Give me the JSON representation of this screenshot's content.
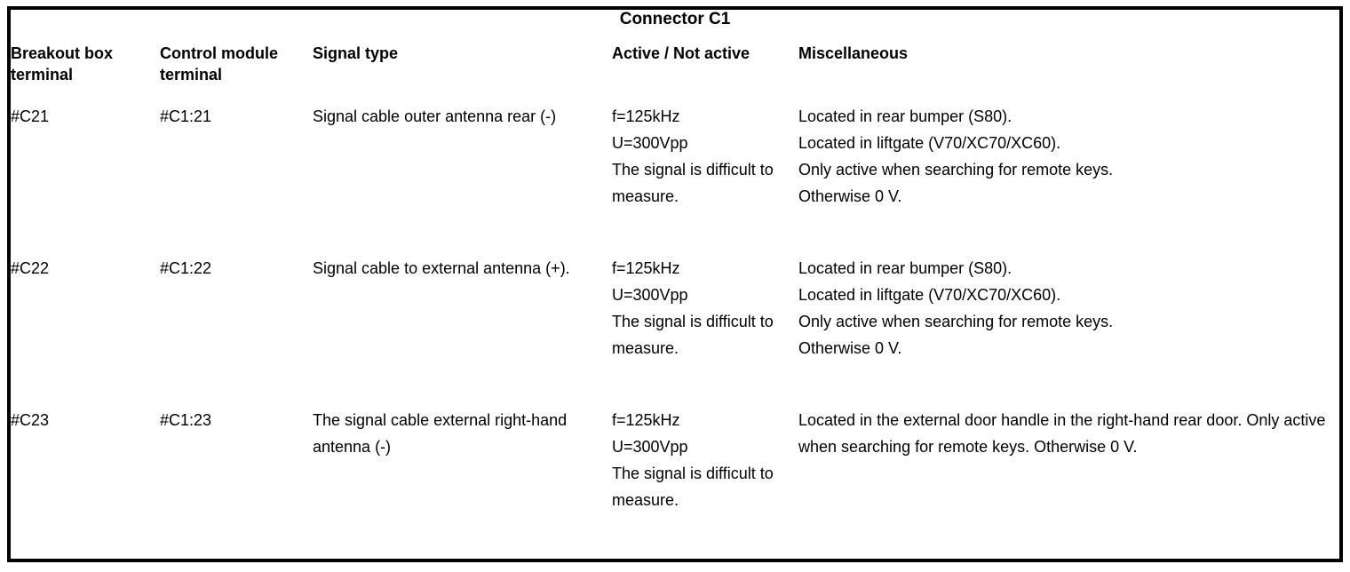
{
  "table": {
    "title": "Connector C1",
    "columns": [
      "Breakout box terminal",
      "Control module terminal",
      "Signal type",
      "Active / Not active",
      "Miscellaneous"
    ],
    "rows": [
      {
        "breakout_box_terminal": "#C21",
        "control_module_terminal": "#C1:21",
        "signal_type": "Signal cable outer antenna rear (-)",
        "active_not_active": "f=125kHz\nU=300Vpp\nThe signal is difficult to measure.",
        "miscellaneous": "Located in rear bumper (S80).\nLocated in liftgate (V70/XC70/XC60).\nOnly active when searching for remote keys.\nOtherwise 0 V."
      },
      {
        "breakout_box_terminal": "#C22",
        "control_module_terminal": "#C1:22",
        "signal_type": "Signal cable to external antenna (+).",
        "active_not_active": "f=125kHz\nU=300Vpp\nThe signal is difficult to measure.",
        "miscellaneous": "Located in rear bumper (S80).\nLocated in liftgate (V70/XC70/XC60).\nOnly active when searching for remote keys.\nOtherwise 0 V."
      },
      {
        "breakout_box_terminal": "#C23",
        "control_module_terminal": "#C1:23",
        "signal_type": "The signal cable external right-hand antenna (-)",
        "active_not_active": "f=125kHz\nU=300Vpp\nThe signal is difficult to measure.",
        "miscellaneous": "Located in the external door handle in the right-hand rear door. Only active when searching for remote keys. Otherwise 0 V."
      }
    ]
  },
  "colors": {
    "border": "#000000",
    "text": "#000000",
    "background": "#ffffff"
  }
}
